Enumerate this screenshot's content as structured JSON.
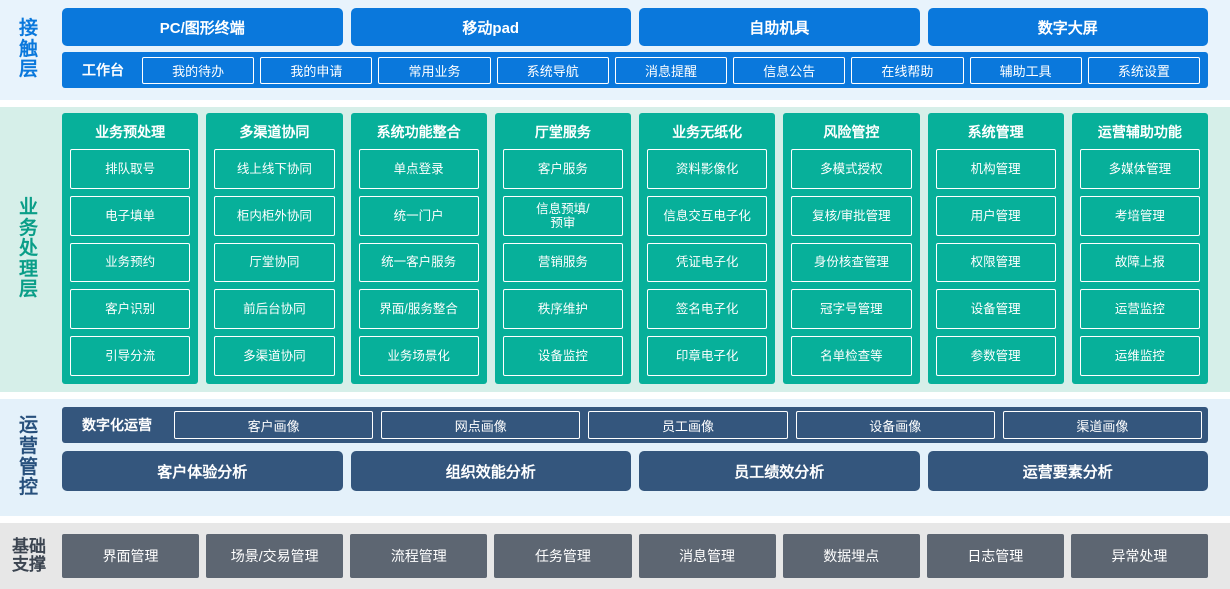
{
  "layers": {
    "contact": {
      "label": "接触层",
      "label_color": "#0a78dc",
      "bg_color": "#e8f3fc",
      "accent_color": "#0a78dc",
      "channels": [
        "PC/图形终端",
        "移动pad",
        "自助机具",
        "数字大屏"
      ],
      "workbench_title": "工作台",
      "workbench_items": [
        "我的待办",
        "我的申请",
        "常用业务",
        "系统导航",
        "消息提醒",
        "信息公告",
        "在线帮助",
        "辅助工具",
        "系统设置"
      ]
    },
    "business": {
      "label": "业务处理层",
      "label_color": "#0a9e88",
      "bg_color": "#d6efe9",
      "accent_color": "#07b09a",
      "columns": [
        {
          "title": "业务预处理",
          "items": [
            "排队取号",
            "电子填单",
            "业务预约",
            "客户识别",
            "引导分流"
          ]
        },
        {
          "title": "多渠道协同",
          "items": [
            "线上线下协同",
            "柜内柜外协同",
            "厅堂协同",
            "前后台协同",
            "多渠道协同"
          ]
        },
        {
          "title": "系统功能整合",
          "items": [
            "单点登录",
            "统一门户",
            "统一客户服务",
            "界面/服务整合",
            "业务场景化"
          ]
        },
        {
          "title": "厅堂服务",
          "items": [
            "客户服务",
            "信息预填/\n预审",
            "营销服务",
            "秩序维护",
            "设备监控"
          ]
        },
        {
          "title": "业务无纸化",
          "items": [
            "资料影像化",
            "信息交互电子化",
            "凭证电子化",
            "签名电子化",
            "印章电子化"
          ]
        },
        {
          "title": "风险管控",
          "items": [
            "多模式授权",
            "复核/审批管理",
            "身份核查管理",
            "冠字号管理",
            "名单检查等"
          ]
        },
        {
          "title": "系统管理",
          "items": [
            "机构管理",
            "用户管理",
            "权限管理",
            "设备管理",
            "参数管理"
          ]
        },
        {
          "title": "运营辅助功能",
          "items": [
            "多媒体管理",
            "考培管理",
            "故障上报",
            "运营监控",
            "运维监控"
          ]
        }
      ]
    },
    "operations": {
      "label": "运营管控",
      "label_color": "#27507c",
      "bg_color": "#e4f1fa",
      "accent_color": "#34567d",
      "digital_title": "数字化运营",
      "portraits": [
        "客户画像",
        "网点画像",
        "员工画像",
        "设备画像",
        "渠道画像"
      ],
      "analyses": [
        "客户体验分析",
        "组织效能分析",
        "员工绩效分析",
        "运营要素分析"
      ]
    },
    "foundation": {
      "label_line1": "基础",
      "label_line2": "支撑",
      "label_color": "#3b4450",
      "bg_color": "#e7e7e7",
      "accent_color": "#5d6672",
      "items": [
        "界面管理",
        "场景/交易管理",
        "流程管理",
        "任务管理",
        "消息管理",
        "数据埋点",
        "日志管理",
        "异常处理"
      ]
    }
  }
}
